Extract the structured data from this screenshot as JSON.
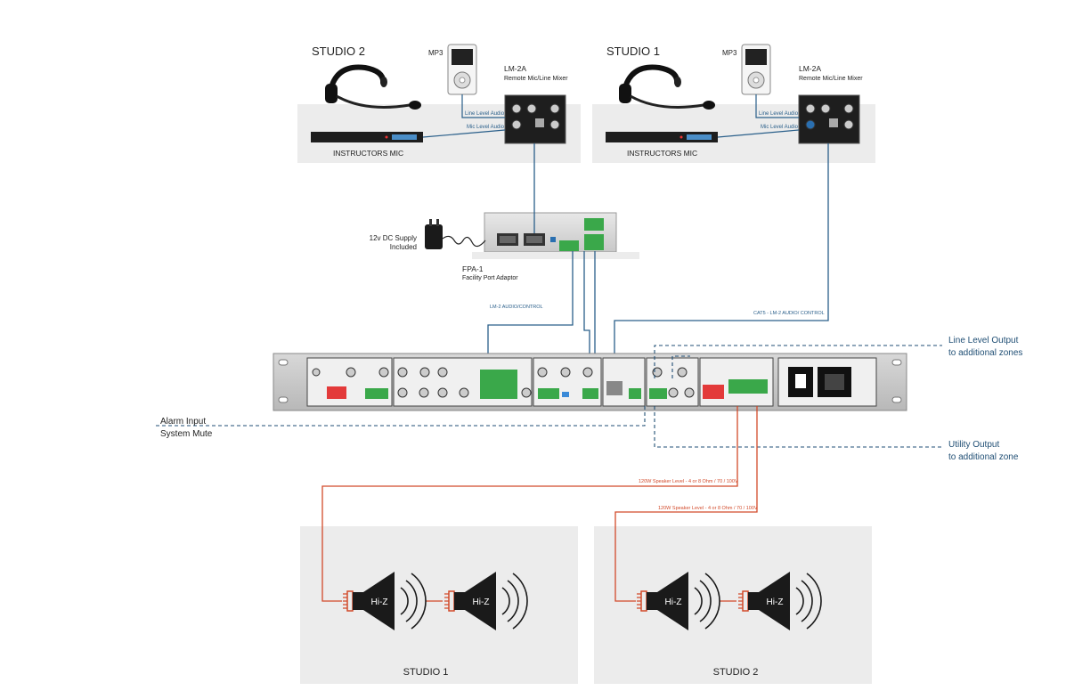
{
  "studio_top_left": {
    "title": "STUDIO 2",
    "mp3_label": "MP3",
    "mixer_model": "LM-2A",
    "mixer_desc": "Remote Mic/Line Mixer",
    "line_level_audio": "Line Level Audio",
    "mic_level_audio": "Mic Level Audio",
    "mic_label": "INSTRUCTORS MIC"
  },
  "studio_top_right": {
    "title": "STUDIO 1",
    "mp3_label": "MP3",
    "mixer_model": "LM-2A",
    "mixer_desc": "Remote Mic/Line Mixer",
    "line_level_audio": "Line Level Audio",
    "mic_level_audio": "Mic Level Audio",
    "mic_label": "INSTRUCTORS MIC"
  },
  "power_supply": {
    "line1": "12v DC Supply",
    "line2": "Included"
  },
  "fpa": {
    "model": "FPA-1",
    "desc": "Facility Port Adaptor"
  },
  "cables": {
    "lm2_audio_control": "LM-2 AUDIO/CONTROL",
    "cat5_control": "CAT5 - LM-2 AUDIO/  CONTROL",
    "speaker_line_1": "120W Speaker Level -  4 or 8 Ohm / 70 / 100V",
    "speaker_line_2": "120W Speaker Level -  4 or 8 Ohm / 70 / 100V"
  },
  "outputs": {
    "line_level_1": "Line Level Output",
    "line_level_2": "to additional zones",
    "utility_1": "Utility Output",
    "utility_2": "to additional zone"
  },
  "alarm": {
    "line1": "Alarm Input",
    "line2": "System Mute"
  },
  "speaker_zones": [
    {
      "title": "STUDIO 1",
      "speaker_a": "Hi-Z",
      "speaker_b": "Hi-Z"
    },
    {
      "title": "STUDIO 2",
      "speaker_a": "Hi-Z",
      "speaker_b": "Hi-Z"
    }
  ],
  "colors": {
    "audio_cable": "#2a5f8a",
    "speaker_cable": "#d24a2a",
    "panel_bg": "#ececec",
    "output_dashed": "#1f4e74"
  }
}
